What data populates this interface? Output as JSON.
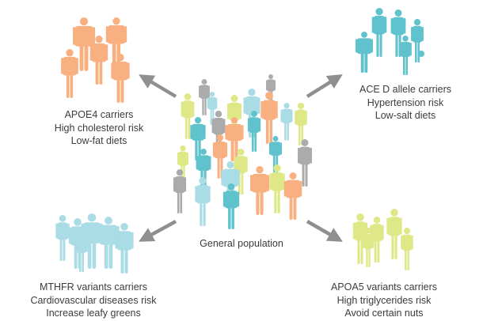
{
  "colors": {
    "apoe4": "#f8b080",
    "ace": "#5fc2cc",
    "mthfr": "#a9dce5",
    "apoa5": "#dee886",
    "gray": "#ababab",
    "arrow": "#8f8f8f",
    "text": "#3c3c3c"
  },
  "groups": {
    "apoe4": {
      "lines": [
        "APOE4 carriers",
        "High cholesterol risk",
        "Low-fat diets"
      ]
    },
    "ace": {
      "lines": [
        "ACE D allele carriers",
        "Hypertension risk",
        "Low-salt diets"
      ]
    },
    "mthfr": {
      "lines": [
        "MTHFR variants carriers",
        "Cardiovascular diseases risk",
        "Increase leafy greens"
      ]
    },
    "apoa5": {
      "lines": [
        "APOA5 variants carriers",
        "High triglycerides risk",
        "Avoid certain nuts"
      ]
    }
  },
  "center": {
    "label": "General population"
  },
  "icons": {
    "person": "person-silhouette-icon",
    "arrow": "arrow-icon"
  }
}
